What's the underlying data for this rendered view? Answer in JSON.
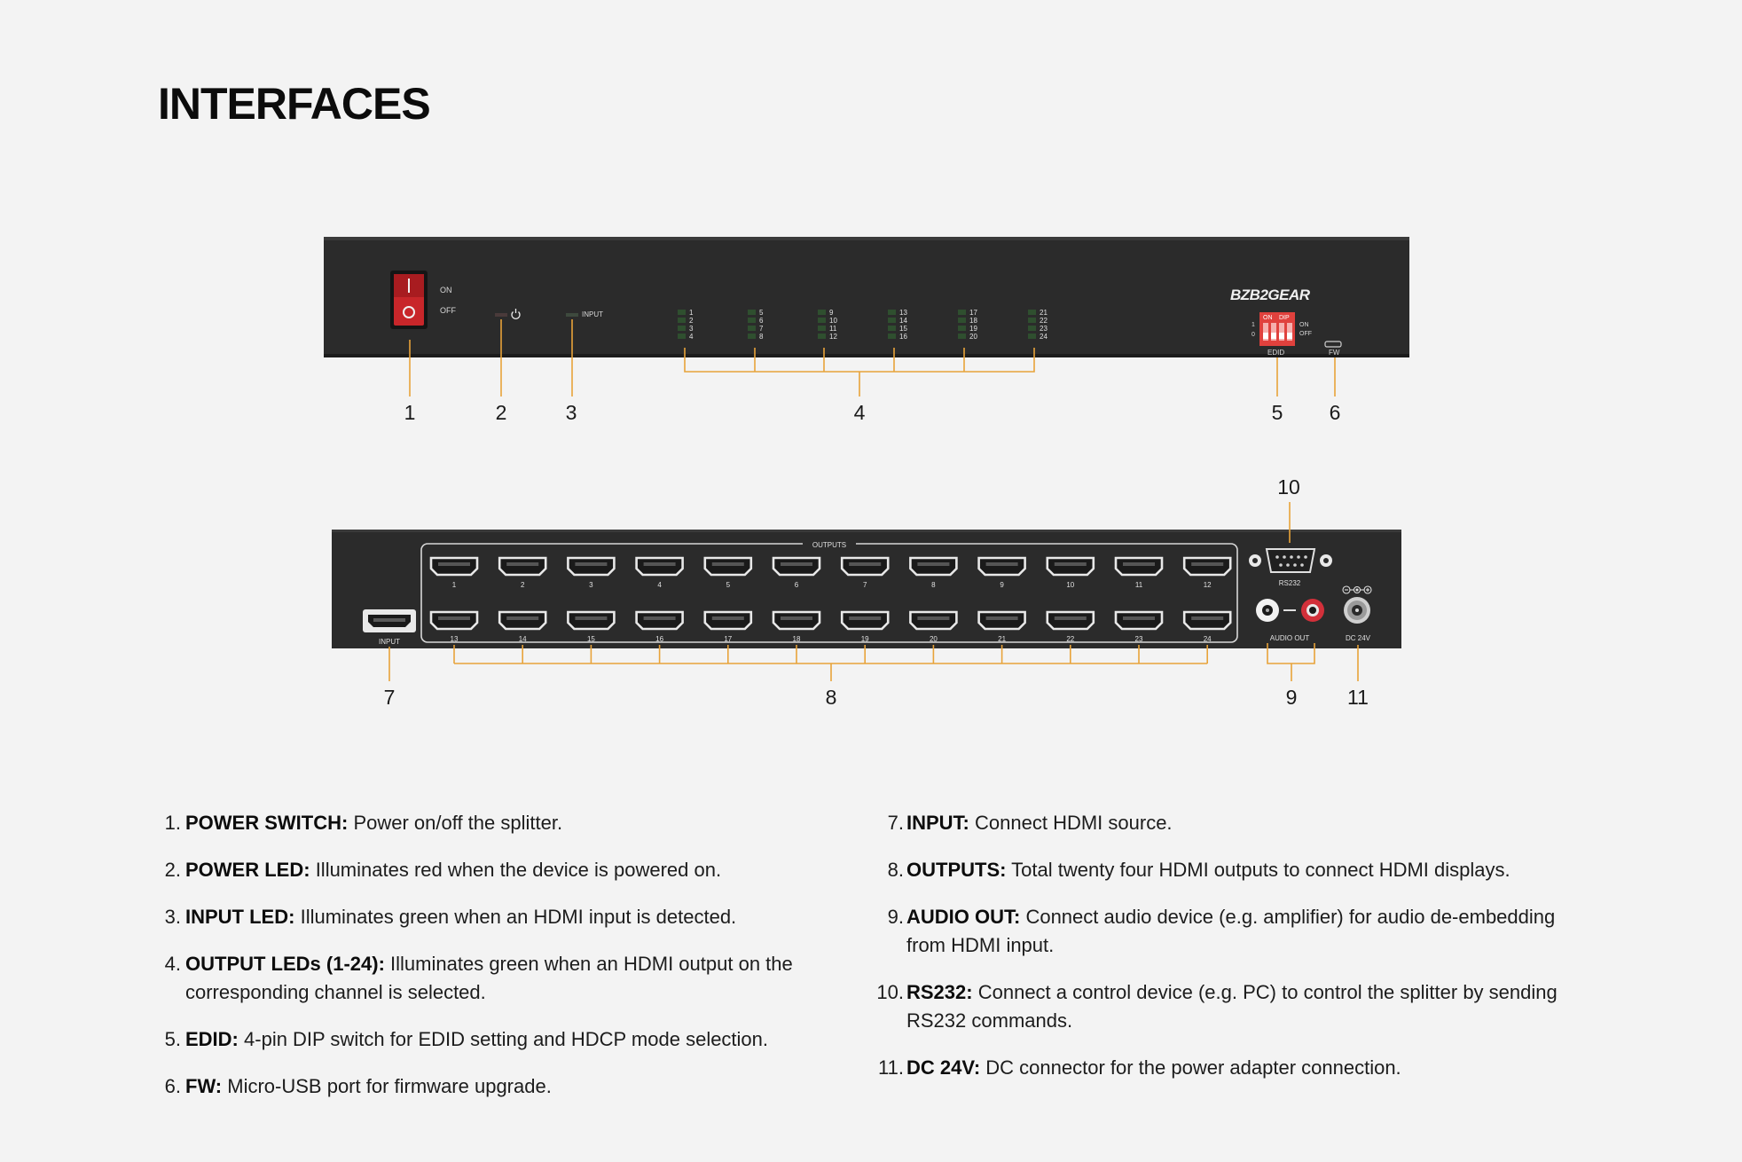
{
  "title": "INTERFACES",
  "colors": {
    "background": "#f3f3f3",
    "device_body": "#2b2b2b",
    "callout_line": "#e8a33a",
    "power_switch": "#c8262a",
    "dip_switch": "#e0413d",
    "led_green": "#2f4f2f"
  },
  "front_panel": {
    "switch_on": "ON",
    "switch_off": "OFF",
    "input_label": "INPUT",
    "brand": "BZB2GEAR",
    "led_groups": [
      [
        "1",
        "2",
        "3",
        "4"
      ],
      [
        "5",
        "6",
        "7",
        "8"
      ],
      [
        "9",
        "10",
        "11",
        "12"
      ],
      [
        "13",
        "14",
        "15",
        "16"
      ],
      [
        "17",
        "18",
        "19",
        "20"
      ],
      [
        "21",
        "22",
        "23",
        "24"
      ]
    ],
    "dip_on": "ON",
    "dip_label": "DIP",
    "dip_side_on": "ON",
    "dip_side_off": "OFF",
    "dip_row_1": "1",
    "dip_row_0": "0",
    "edid_label": "EDID",
    "fw_label": "FW"
  },
  "rear_panel": {
    "outputs_label": "OUTPUTS",
    "output_ports": [
      "1",
      "2",
      "3",
      "4",
      "5",
      "6",
      "7",
      "8",
      "9",
      "10",
      "11",
      "12",
      "13",
      "14",
      "15",
      "16",
      "17",
      "18",
      "19",
      "20",
      "21",
      "22",
      "23",
      "24"
    ],
    "input_label": "INPUT",
    "rs232_label": "RS232",
    "audio_out_label": "AUDIO OUT",
    "dc_label": "DC 24V"
  },
  "callouts": {
    "front": [
      "1",
      "2",
      "3",
      "4",
      "5",
      "6"
    ],
    "rear": [
      "7",
      "8",
      "9",
      "10",
      "11"
    ]
  },
  "legend": {
    "left": [
      {
        "num": "1.",
        "term": "POWER SWITCH:",
        "desc": "Power on/off the splitter."
      },
      {
        "num": "2.",
        "term": "POWER LED:",
        "desc": "Illuminates red when the device is powered on."
      },
      {
        "num": "3.",
        "term": "INPUT LED:",
        "desc": "Illuminates green when an HDMI input is detected."
      },
      {
        "num": "4.",
        "term": "OUTPUT LEDs (1-24):",
        "desc": "Illuminates green when an HDMI output on the corresponding channel is selected."
      },
      {
        "num": "5.",
        "term": "EDID:",
        "desc": "4-pin DIP switch for EDID setting and HDCP mode selection."
      },
      {
        "num": "6.",
        "term": "FW:",
        "desc": "Micro-USB port for firmware upgrade."
      }
    ],
    "right": [
      {
        "num": "7.",
        "term": "INPUT:",
        "desc": "Connect HDMI source."
      },
      {
        "num": "8.",
        "term": "OUTPUTS:",
        "desc": "Total twenty four HDMI outputs to connect HDMI displays."
      },
      {
        "num": "9.",
        "term": "AUDIO OUT:",
        "desc": "Connect audio device (e.g. amplifier) for audio de-embedding from HDMI input."
      },
      {
        "num": "10.",
        "term": "RS232:",
        "desc": "Connect a control device (e.g. PC) to control the splitter by sending RS232 commands."
      },
      {
        "num": "11.",
        "term": "DC 24V:",
        "desc": "DC connector for the power adapter connection."
      }
    ]
  }
}
